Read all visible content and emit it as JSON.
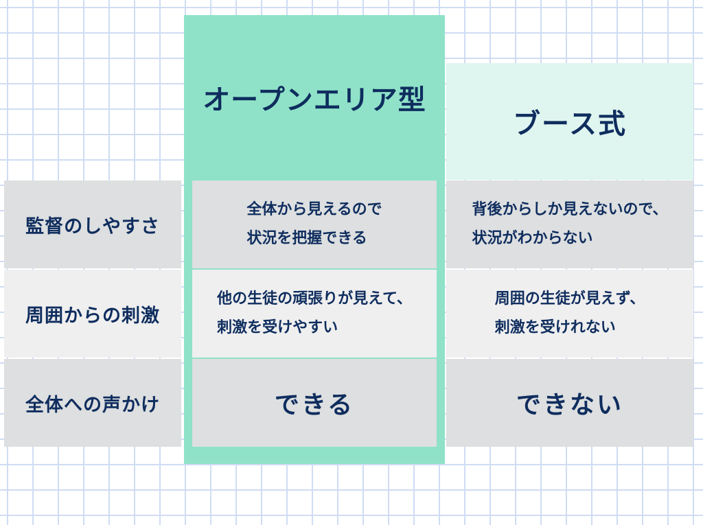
{
  "columns": {
    "open_area": "オープンエリア型",
    "booth": "ブース式"
  },
  "rows": [
    {
      "label": "監督のしやすさ",
      "open_area": "全体から見えるので\n状況を把握できる",
      "booth": "背後からしか見えないので、\n状況がわからない"
    },
    {
      "label": "周囲からの刺激",
      "open_area": "他の生徒の頑張りが見えて、\n刺激を受けやすい",
      "booth": "周囲の生徒が見えず、\n刺激を受けれない"
    },
    {
      "label": "全体への声かけ",
      "open_area": "できる",
      "booth": "できない"
    }
  ],
  "colors": {
    "text": "#0f2d5e",
    "highlight": "#8fe2c8",
    "booth_header": "#dff5ef",
    "row_dark": "#dddfe0",
    "row_light": "#efefef",
    "grid_line": "#cfdcf3"
  }
}
